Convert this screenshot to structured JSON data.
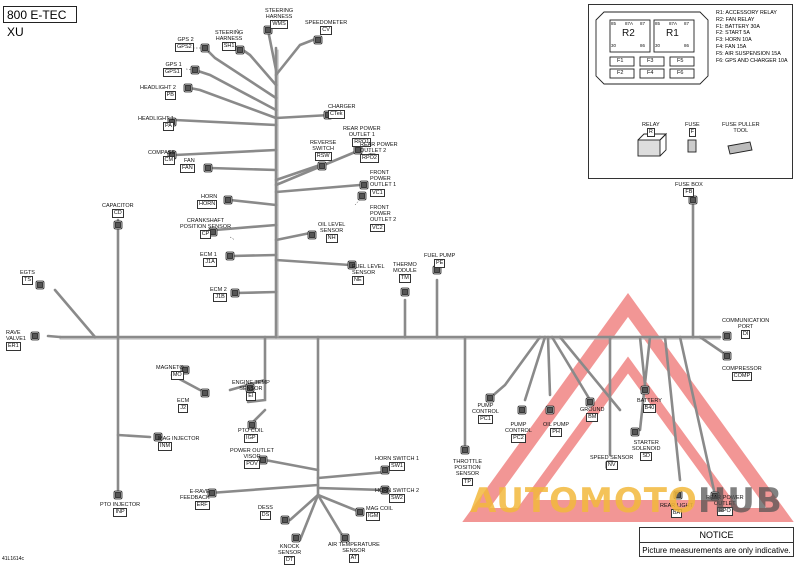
{
  "title": "800 E-TEC XU",
  "doc_ref": "41L1614c",
  "notice": {
    "heading": "NOTICE",
    "text": "Picture measurements are only indicative."
  },
  "watermark": {
    "part1": "AUTO",
    "part2": "MOTO",
    "part3": "HUB"
  },
  "colors": {
    "wire": "#8a8a8a",
    "ink": "#111111",
    "watermark_red": "#e8423f",
    "watermark_yellow": "#f2b83c",
    "watermark_gray": "#555555"
  },
  "fuse_box": {
    "relays": [
      {
        "code": "R2",
        "pins": [
          "85",
          "87A",
          "87",
          "30",
          "86"
        ]
      },
      {
        "code": "R1",
        "pins": [
          "85",
          "87A",
          "87",
          "30",
          "86"
        ]
      }
    ],
    "fuses": [
      "F1",
      "F3",
      "F5",
      "F2",
      "F4",
      "F6"
    ],
    "legend": [
      "R1: ACCESSORY RELAY",
      "R2: FAN RELAY",
      "F1: BATTERY 30A",
      "F2: START 5A",
      "F3: HORN 10A",
      "F4: FAN 15A",
      "F5: AIR SUSPENSION 15A",
      "F6: GPS AND CHARGER 10A"
    ],
    "parts": [
      {
        "name": "RELAY",
        "code": "R"
      },
      {
        "name": "FUSE",
        "code": "F"
      },
      {
        "name": "FUSE PULLER\nTOOL",
        "code": ""
      }
    ]
  },
  "components": [
    {
      "id": "steering-harness-wms",
      "name": "STEERING\nHARNESS",
      "code": "WMS"
    },
    {
      "id": "speedometer",
      "name": "SPEEDOMETER",
      "code": "CV"
    },
    {
      "id": "steering-harness-sh1",
      "name": "STEERING\nHARNESS",
      "code": "SH1"
    },
    {
      "id": "gps2",
      "name": "GPS 2",
      "code": "GPS2"
    },
    {
      "id": "gps1",
      "name": "GPS 1",
      "code": "GPS1"
    },
    {
      "id": "headlight2",
      "name": "HEADLIGHT 2",
      "code": "PB"
    },
    {
      "id": "headlight1",
      "name": "HEADLIGHT 1",
      "code": "PA"
    },
    {
      "id": "compass",
      "name": "COMPASS",
      "code": "CM"
    },
    {
      "id": "fan",
      "name": "FAN",
      "code": "FAN"
    },
    {
      "id": "charger",
      "name": "CHARGER",
      "code": "CTek"
    },
    {
      "id": "reverse-switch",
      "name": "REVERSE\nSWITCH",
      "code": "RSW"
    },
    {
      "id": "rear-power-outlet1",
      "name": "REAR POWER\nOUTLET 1",
      "code": "RPO1"
    },
    {
      "id": "rear-power-outlet2",
      "name": "REAR POWER\nOUTLET 2",
      "code": "RPO2"
    },
    {
      "id": "front-power-outlet1",
      "name": "FRONT\nPOWER\nOUTLET 1",
      "code": "VC1"
    },
    {
      "id": "front-power-outlet2",
      "name": "FRONT\nPOWER\nOUTLET 2",
      "code": "VC2"
    },
    {
      "id": "horn",
      "name": "HORN",
      "code": "HORN"
    },
    {
      "id": "crankshaft-sensor",
      "name": "CRANKSHAFT\nPOSITION SENSOR",
      "code": "CP"
    },
    {
      "id": "oil-level-sensor",
      "name": "OIL LEVEL\nSENSOR",
      "code": "NH"
    },
    {
      "id": "ecm1",
      "name": "ECM 1",
      "code": "J1A"
    },
    {
      "id": "fuel-level-sensor",
      "name": "FUEL LEVEL\nSENSOR",
      "code": "NE"
    },
    {
      "id": "thermo-module",
      "name": "THERMO\nMODULE",
      "code": "TM"
    },
    {
      "id": "fuel-pump",
      "name": "FUEL PUMP",
      "code": "PE"
    },
    {
      "id": "ecm2",
      "name": "ECM 2",
      "code": "J1B"
    },
    {
      "id": "capacitor",
      "name": "CAPACITOR",
      "code": "CD"
    },
    {
      "id": "egts",
      "name": "EGTS",
      "code": "TS"
    },
    {
      "id": "rave-valve1",
      "name": "RAVE\nVALVE1",
      "code": "ER1"
    },
    {
      "id": "fuse-box",
      "name": "FUSE BOX",
      "code": "FB"
    },
    {
      "id": "communication-port",
      "name": "COMMUNICATION\nPORT",
      "code": "DI"
    },
    {
      "id": "compressor",
      "name": "COMPRESSOR",
      "code": "COMP"
    },
    {
      "id": "magneto",
      "name": "MAGNETO",
      "code": "MO"
    },
    {
      "id": "ecm",
      "name": "ECM",
      "code": "J2"
    },
    {
      "id": "engine-temp-sensor",
      "name": "ENGINE TEMP\nSENSOR",
      "code": "EI"
    },
    {
      "id": "pto-coil",
      "name": "PTO COIL",
      "code": "IGP"
    },
    {
      "id": "mag-injector",
      "name": "MAG INJECTOR",
      "code": "INM"
    },
    {
      "id": "power-outlet-visor",
      "name": "POWER OUTLET\nVISOR",
      "code": "POV"
    },
    {
      "id": "horn-switch1",
      "name": "HORN SWITCH 1",
      "code": "SW1"
    },
    {
      "id": "horn-switch2",
      "name": "HORN SWITCH 2",
      "code": "SW2"
    },
    {
      "id": "erave-feedback",
      "name": "E-RAVE\nFEEDBACK",
      "code": "ERF"
    },
    {
      "id": "mag-coil",
      "name": "MAG COIL",
      "code": "IGM"
    },
    {
      "id": "dess",
      "name": "DESS",
      "code": "DS"
    },
    {
      "id": "knock-sensor",
      "name": "KNOCK\nSENSOR",
      "code": "DT"
    },
    {
      "id": "air-temp-sensor",
      "name": "AIR TEMPERATURE\nSENSOR",
      "code": "AT"
    },
    {
      "id": "pto-injector",
      "name": "PTO INJECTOR",
      "code": "INP"
    },
    {
      "id": "pump-control1",
      "name": "PUMP\nCONTROL",
      "code": "PC1"
    },
    {
      "id": "pump-control2",
      "name": "PUMP\nCONTROL",
      "code": "PC2"
    },
    {
      "id": "throttle-position-sensor",
      "name": "THROTTLE\nPOSITION\nSENSOR",
      "code": "TP"
    },
    {
      "id": "oil-pump",
      "name": "OIL PUMP",
      "code": "PH"
    },
    {
      "id": "ground",
      "name": "GROUND",
      "code": "BM"
    },
    {
      "id": "battery",
      "name": "BATTERY",
      "code": "B40"
    },
    {
      "id": "starter-solenoid",
      "name": "STARTER\nSOLENOID",
      "code": "SD"
    },
    {
      "id": "speed-sensor",
      "name": "SPEED SENSOR",
      "code": "NV"
    },
    {
      "id": "rear-light",
      "name": "REAR LIGHT",
      "code": "BA"
    },
    {
      "id": "rear-power-outlet",
      "name": "REAR POWER\nOUTLET",
      "code": "RPO"
    }
  ]
}
